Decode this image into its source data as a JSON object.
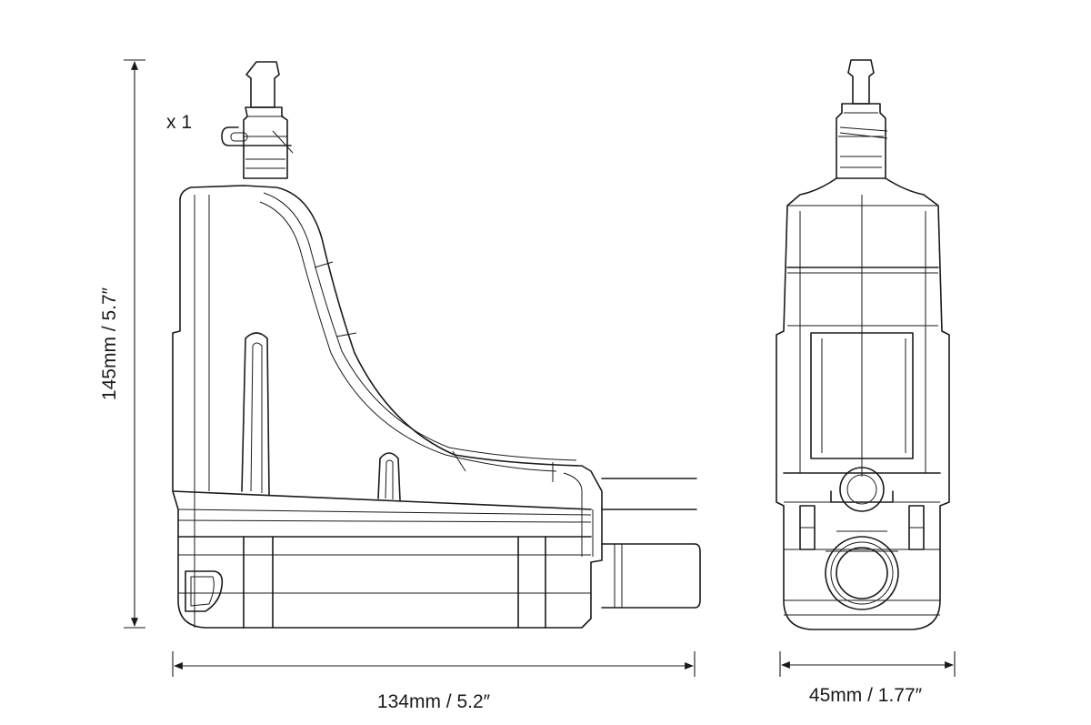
{
  "diagram": {
    "quantity_label": "x 1",
    "side_view": {
      "height_label": "145mm / 5.7″",
      "width_label": "134mm / 5.2″"
    },
    "front_view": {
      "width_label": "45mm / 1.77″"
    }
  }
}
